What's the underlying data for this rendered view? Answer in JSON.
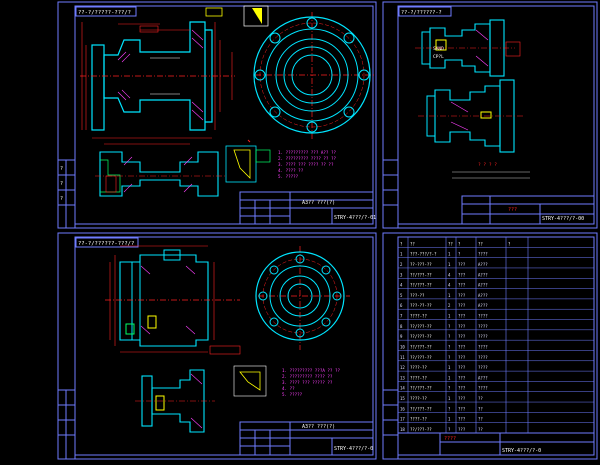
{
  "sheets": {
    "top_left": {
      "header": "??-?/?????-???/?",
      "title": "A3?? ???(?)",
      "drawing_no": "STRY-4???/?-01",
      "notes": [
        "1. ????????? ??? A?? ??",
        "2. ????????? ???? ?? ??",
        "3. ???? ??? ???? ?? ??",
        "4. ???? ??",
        "5. ?????"
      ]
    },
    "top_right": {
      "header": "??-?/??????-?",
      "title": "???",
      "drawing_no": "STRY-4???/?-00",
      "label_a": "SAND",
      "label_b": "CP?L",
      "note_title": "? ? ? ?"
    },
    "bottom_left": {
      "header": "??-?/??????-???/?",
      "title": "A3?? ???(?)",
      "drawing_no": "STRY-4???/?-0",
      "notes": [
        "1. ????????? ???A ?? ??",
        "2. ????????? ???? ??",
        "3. ???? ??? ????? ??",
        "4. ??",
        "5. ?????"
      ]
    },
    "bottom_right": {
      "title": "????",
      "drawing_no": "STRY-4???/?-0",
      "bom_headers": [
        "?",
        "??",
        "??",
        "?",
        "??",
        "?"
      ],
      "bom_rows": [
        [
          "1",
          "???-???/?-?",
          "1",
          "?",
          "????",
          ""
        ],
        [
          "2",
          "??-???-??",
          "1",
          "???",
          "A???",
          ""
        ],
        [
          "3",
          "??/???-??",
          "4",
          "???",
          "A???",
          ""
        ],
        [
          "4",
          "??/???-??",
          "4",
          "???",
          "A???",
          ""
        ],
        [
          "5",
          "???-??",
          "1",
          "???",
          "A???",
          ""
        ],
        [
          "6",
          "???-??-??",
          "2",
          "???",
          "A???",
          ""
        ],
        [
          "7",
          "????-??",
          "1",
          "???",
          "????",
          ""
        ],
        [
          "8",
          "??/???-??",
          "?",
          "???",
          "????",
          ""
        ],
        [
          "9",
          "??/???-??",
          "?",
          "???",
          "????",
          ""
        ],
        [
          "10",
          "??/???-??",
          "?",
          "???",
          "????",
          ""
        ],
        [
          "11",
          "??/???-??",
          "?",
          "???",
          "????",
          ""
        ],
        [
          "12",
          "????-??",
          "1",
          "???",
          "????",
          ""
        ],
        [
          "13",
          "????-??",
          "1",
          "???",
          "A???",
          ""
        ],
        [
          "14",
          "??/???-??",
          "?",
          "???",
          "????",
          ""
        ],
        [
          "15",
          "????-??",
          "1",
          "???",
          "??",
          ""
        ],
        [
          "16",
          "??/???-??",
          "?",
          "???",
          "??",
          ""
        ],
        [
          "17",
          "????-??",
          "1",
          "???",
          "??",
          ""
        ],
        [
          "18",
          "??/???-??",
          "?",
          "???",
          "??",
          ""
        ]
      ]
    }
  },
  "colors": {
    "background": "#000000",
    "frame": "#6f7dff",
    "outline": "#00e5ff",
    "dimension": "#ff2020",
    "text": "#ffffff",
    "hatch": "#00ff66",
    "magenta": "#ff40ff",
    "yellow": "#ffff00"
  }
}
